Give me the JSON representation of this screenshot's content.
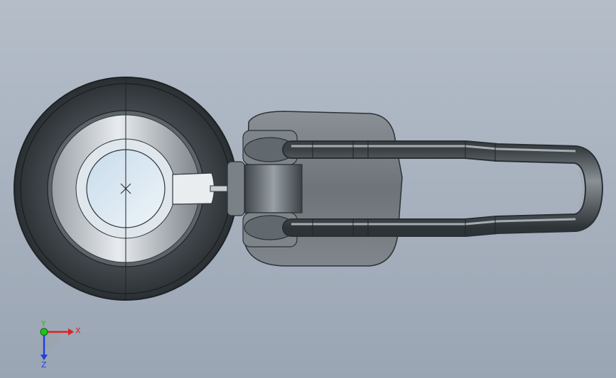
{
  "viewport": {
    "background_top": "#b4bdc8",
    "background_bottom": "#9aa5b3"
  },
  "triad": {
    "x_label": "X",
    "y_label": "Y",
    "z_label": "Z",
    "x_color": "#e02020",
    "y_color": "#20c020",
    "z_color": "#2040e0"
  }
}
